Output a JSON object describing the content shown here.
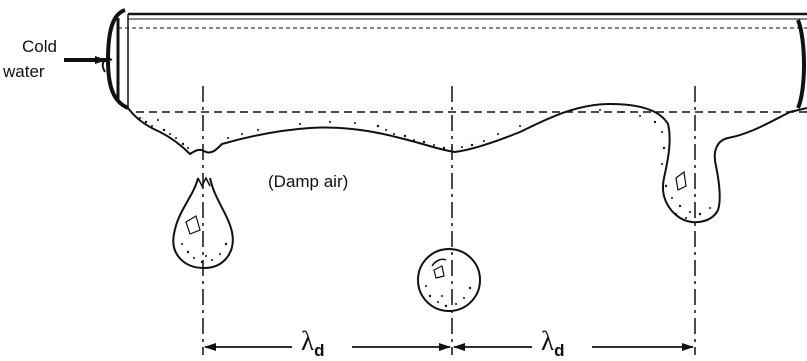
{
  "labels": {
    "inlet_line1": "Cold",
    "inlet_line2": "water",
    "air_region": "(Damp air)",
    "spacing_symbol": "λ",
    "spacing_subscript": "d"
  },
  "colors": {
    "ink": "#111111",
    "background": "#ffffff"
  }
}
